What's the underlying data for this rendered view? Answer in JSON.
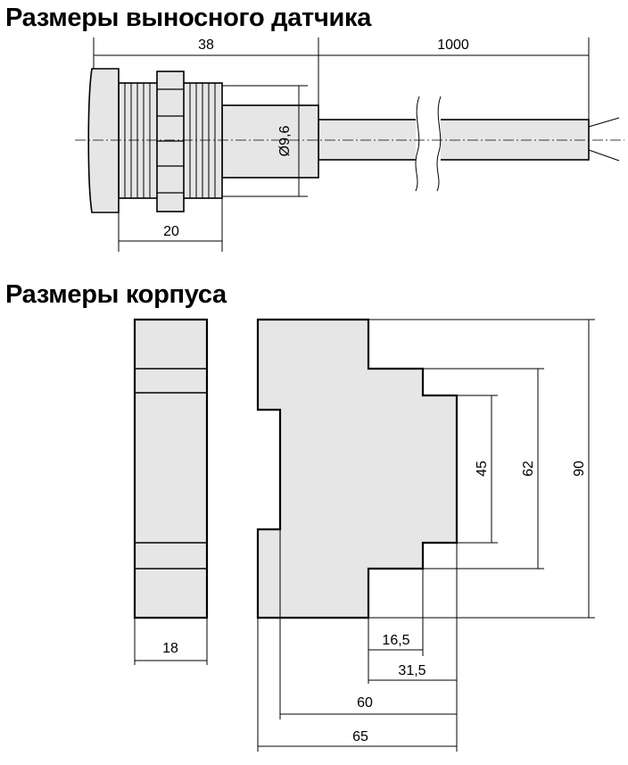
{
  "titles": {
    "sensor": "Размеры выносного датчика",
    "housing": "Размеры корпуса"
  },
  "sensor_dims": {
    "length_38": "38",
    "cable_1000": "1000",
    "diameter": "Ø9,6",
    "thread_20": "20"
  },
  "housing_dims": {
    "width_18": "18",
    "h_45": "45",
    "h_62": "62",
    "h_90": "90",
    "d_16_5": "16,5",
    "d_31_5": "31,5",
    "d_60": "60",
    "d_65": "65"
  },
  "colors": {
    "fill": "#e6e6e6",
    "line": "#000000"
  }
}
